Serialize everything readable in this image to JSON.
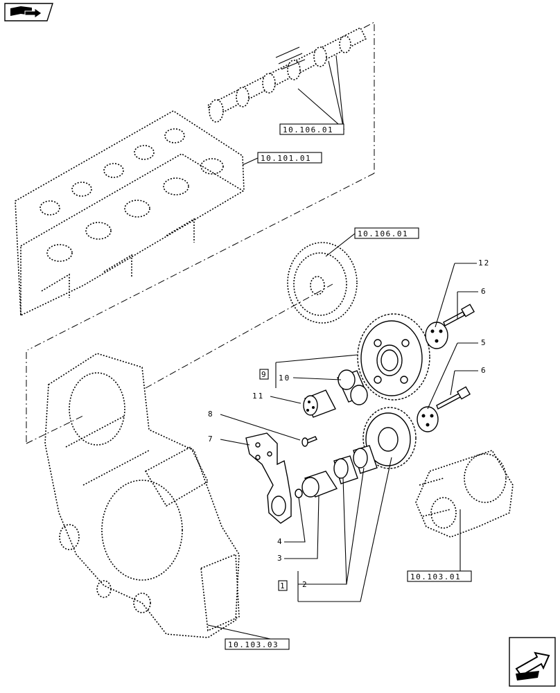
{
  "refs": {
    "camshaft": "10.106.01",
    "cylinder_head": "10.101.01",
    "camshaft_gear": "10.106.01",
    "crankshaft": "10.103.01",
    "gear_case": "10.103.03"
  },
  "kits": {
    "k9": "9",
    "k1": "1"
  },
  "items": {
    "n12": "12",
    "n6a": "6",
    "n5": "5",
    "n6b": "6",
    "n10": "10",
    "n11": "11",
    "n8": "8",
    "n7": "7",
    "n4": "4",
    "n3": "3",
    "n2": "2"
  },
  "icons": {
    "top_left": "book-arrow-icon",
    "bottom_right": "next-page-arrow-icon"
  },
  "colors": {
    "line": "#000000",
    "background": "#ffffff"
  }
}
